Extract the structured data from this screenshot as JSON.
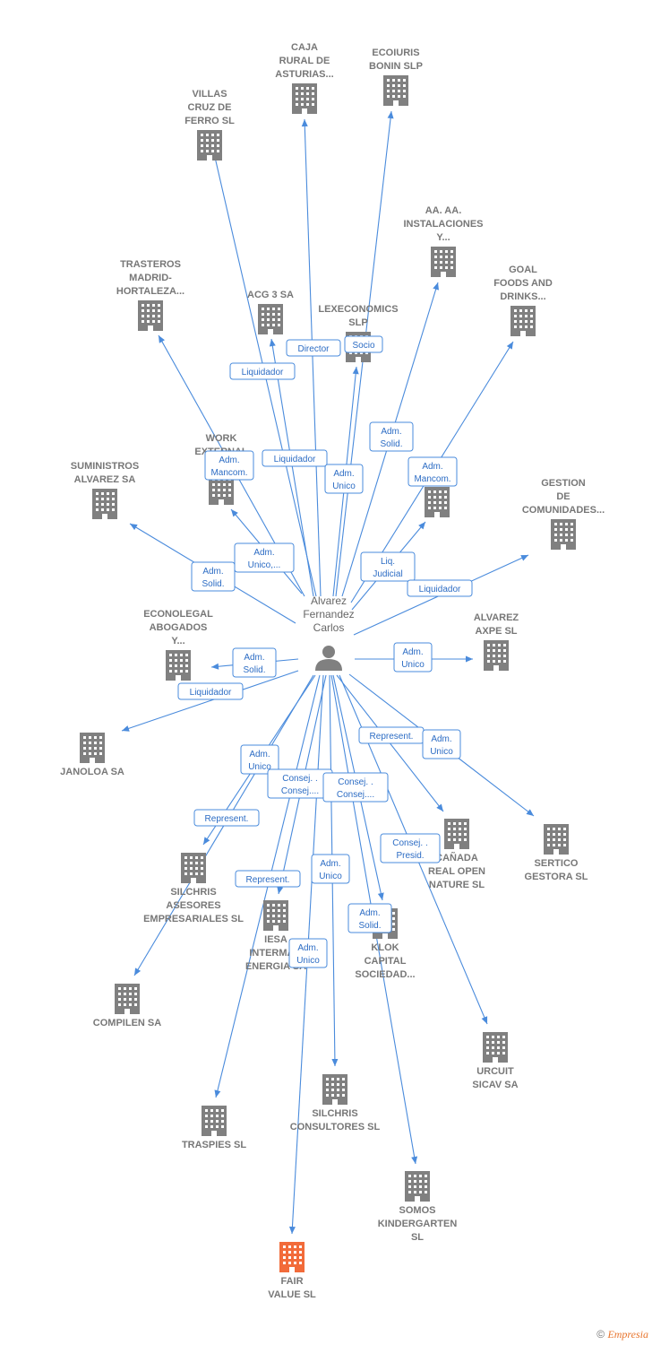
{
  "center": {
    "label": [
      "Alvarez",
      "Fernandez",
      "Carlos"
    ],
    "icon": "person-icon"
  },
  "colors": {
    "edge": "#4a8bdc",
    "building": "#808080",
    "highlight": "#f26b3a"
  },
  "nodes": [
    {
      "id": "caja-rural",
      "label": [
        "CAJA",
        "RURAL DE",
        "ASTURIAS..."
      ],
      "highlight": false
    },
    {
      "id": "ecoiuris",
      "label": [
        "ECOIURIS",
        "BONIN  SLP"
      ],
      "highlight": false
    },
    {
      "id": "villas-cruz",
      "label": [
        "VILLAS",
        "CRUZ DE",
        "FERRO SL"
      ],
      "highlight": false
    },
    {
      "id": "aa-instalaciones",
      "label": [
        "AA.  AA.",
        "INSTALACIONES",
        "Y..."
      ],
      "highlight": false
    },
    {
      "id": "trasteros",
      "label": [
        "TRASTEROS",
        "MADRID-",
        "HORTALEZA..."
      ],
      "highlight": false
    },
    {
      "id": "goal-foods",
      "label": [
        "GOAL",
        "FOODS AND",
        "DRINKS..."
      ],
      "highlight": false
    },
    {
      "id": "acg3",
      "label": [
        "ACG 3 SA"
      ],
      "highlight": false
    },
    {
      "id": "lexeconomics",
      "label": [
        "LEXECONOMICS",
        "SLP"
      ],
      "highlight": false
    },
    {
      "id": "work-external",
      "label": [
        "WORK",
        "EXTERNAL",
        "MA..."
      ],
      "highlight": false
    },
    {
      "id": "suministros",
      "label": [
        "SUMINISTROS",
        "ALVAREZ SA"
      ],
      "highlight": false
    },
    {
      "id": "gestion",
      "label": [
        "GESTION",
        "DE",
        "COMUNIDADES..."
      ],
      "highlight": false
    },
    {
      "id": "unnamed-right",
      "label": [],
      "highlight": false
    },
    {
      "id": "econolegal",
      "label": [
        "ECONOLEGAL",
        "ABOGADOS",
        "Y..."
      ],
      "highlight": false
    },
    {
      "id": "alvarez-axpe",
      "label": [
        "ALVAREZ",
        "AXPE  SL"
      ],
      "highlight": false
    },
    {
      "id": "janoloa",
      "label": [
        "JANOLOA SA"
      ],
      "highlight": false
    },
    {
      "id": "canada",
      "label": [
        "CAÑADA",
        "REAL OPEN",
        "NATURE SL"
      ],
      "highlight": false
    },
    {
      "id": "sertico",
      "label": [
        "SERTICO",
        "GESTORA SL"
      ],
      "highlight": false
    },
    {
      "id": "silchris-asesores",
      "label": [
        "SILCHRIS",
        "ASESORES",
        "EMPRESARIALES SL"
      ],
      "highlight": false
    },
    {
      "id": "iesa",
      "label": [
        "IESA",
        "INTERMA...",
        "ENERGIA SA"
      ],
      "highlight": false
    },
    {
      "id": "klok",
      "label": [
        "KLOK",
        "CAPITAL",
        "SOCIEDAD..."
      ],
      "highlight": false
    },
    {
      "id": "compilen",
      "label": [
        "COMPILEN SA"
      ],
      "highlight": false
    },
    {
      "id": "urcuit",
      "label": [
        "URCUIT",
        "SICAV SA"
      ],
      "highlight": false
    },
    {
      "id": "traspies",
      "label": [
        "TRASPIES SL"
      ],
      "highlight": false
    },
    {
      "id": "silchris-consultores",
      "label": [
        "SILCHRIS",
        "CONSULTORES SL"
      ],
      "highlight": false
    },
    {
      "id": "somos",
      "label": [
        "SOMOS",
        "KINDERGARTEN",
        "SL"
      ],
      "highlight": false
    },
    {
      "id": "fair-value",
      "label": [
        "FAIR",
        "VALUE  SL"
      ],
      "highlight": true
    }
  ],
  "edge_labels": [
    {
      "id": "e-villas",
      "text": [
        "Liquidador"
      ]
    },
    {
      "id": "e-caja",
      "text": [
        "Director"
      ]
    },
    {
      "id": "e-ecoiuris",
      "text": [
        "Socio"
      ]
    },
    {
      "id": "e-acg3",
      "text": [
        "Liquidador"
      ]
    },
    {
      "id": "e-lexeconomics",
      "text": [
        "Adm.",
        "Unico"
      ]
    },
    {
      "id": "e-aa",
      "text": [
        "Adm.",
        "Solid."
      ]
    },
    {
      "id": "e-goal",
      "text": [
        "Adm.",
        "Mancom."
      ]
    },
    {
      "id": "e-work",
      "text": [
        "Adm.",
        "Mancom."
      ]
    },
    {
      "id": "e-trasteros",
      "text": [
        "Adm.",
        "Unico,..."
      ]
    },
    {
      "id": "e-suministros",
      "text": [
        "Adm.",
        "Solid."
      ]
    },
    {
      "id": "e-unnamed",
      "text": [
        "Liq.",
        "Judicial"
      ]
    },
    {
      "id": "e-gestion",
      "text": [
        "Liquidador"
      ]
    },
    {
      "id": "e-econolegal",
      "text": [
        "Adm.",
        "Solid."
      ]
    },
    {
      "id": "e-janoloa",
      "text": [
        "Liquidador"
      ]
    },
    {
      "id": "e-alvarez-axpe",
      "text": [
        "Adm.",
        "Unico"
      ]
    },
    {
      "id": "e-canada",
      "text": [
        "Represent."
      ]
    },
    {
      "id": "e-sertico",
      "text": [
        "Adm.",
        "Unico"
      ]
    },
    {
      "id": "e-compilen",
      "text": [
        "Adm.",
        "Unico"
      ]
    },
    {
      "id": "e-silchris-consultores",
      "text": [
        "Consej. .",
        "Consej...."
      ]
    },
    {
      "id": "e-somos",
      "text": [
        "Consej. .",
        "Consej...."
      ]
    },
    {
      "id": "e-silchris-asesores",
      "text": [
        "Represent."
      ]
    },
    {
      "id": "e-urcuit",
      "text": [
        "Consej. .",
        "Presid."
      ]
    },
    {
      "id": "e-traspies",
      "text": [
        "Represent."
      ]
    },
    {
      "id": "e-iesa",
      "text": [
        "Adm.",
        "Unico"
      ]
    },
    {
      "id": "e-klok",
      "text": [
        "Adm.",
        "Solid."
      ]
    },
    {
      "id": "e-fair",
      "text": [
        "Adm.",
        "Unico"
      ]
    }
  ],
  "footer": {
    "copyright": "©",
    "brand": "Empresia"
  }
}
